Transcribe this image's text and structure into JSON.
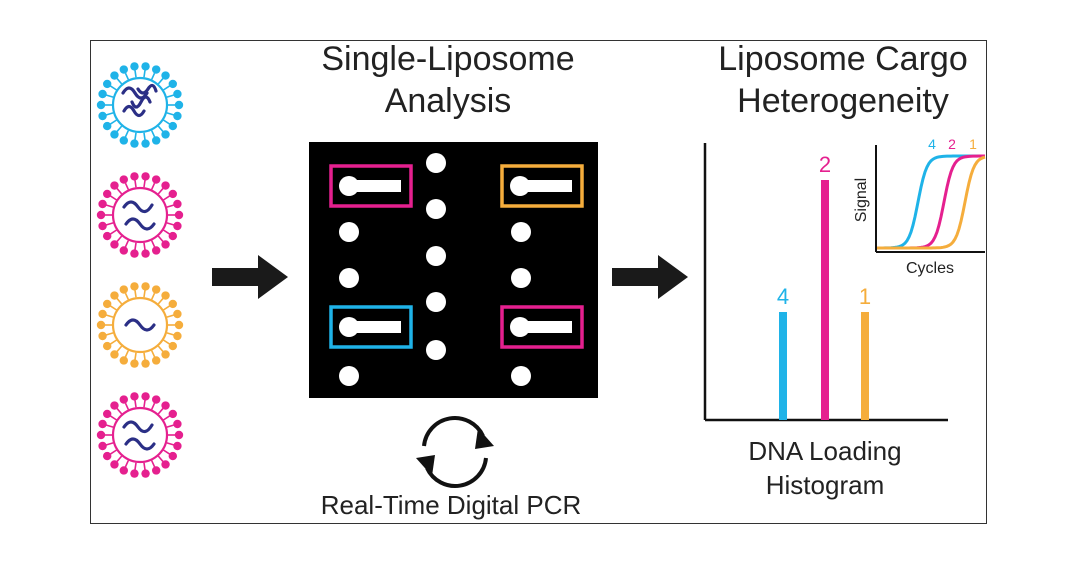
{
  "titles": {
    "center_line1": "Single-Liposome",
    "center_line2": "Analysis",
    "right_line1": "Liposome Cargo",
    "right_line2": "Heterogeneity"
  },
  "captions": {
    "pcr": "Real-Time Digital PCR",
    "histogram_line1": "DNA Loading",
    "histogram_line2": "Histogram"
  },
  "colors": {
    "blue": "#1fb3e8",
    "magenta": "#e5208f",
    "orange": "#f5ad3c",
    "dna": "#2b2f86",
    "black": "#000000"
  },
  "liposomes": [
    {
      "color": "blue",
      "strands": 4
    },
    {
      "color": "magenta",
      "strands": 2
    },
    {
      "color": "orange",
      "strands": 1
    },
    {
      "color": "magenta",
      "strands": 2
    }
  ],
  "histogram": {
    "bars": [
      {
        "label": "4",
        "color": "blue",
        "value": 0.45
      },
      {
        "label": "2",
        "color": "magenta",
        "value": 1.0
      },
      {
        "label": "1",
        "color": "orange",
        "value": 0.45
      }
    ]
  },
  "inset": {
    "ylabel": "Signal",
    "xlabel": "Cycles",
    "curves": [
      {
        "label": "4",
        "color": "blue"
      },
      {
        "label": "2",
        "color": "magenta"
      },
      {
        "label": "1",
        "color": "orange"
      }
    ]
  }
}
